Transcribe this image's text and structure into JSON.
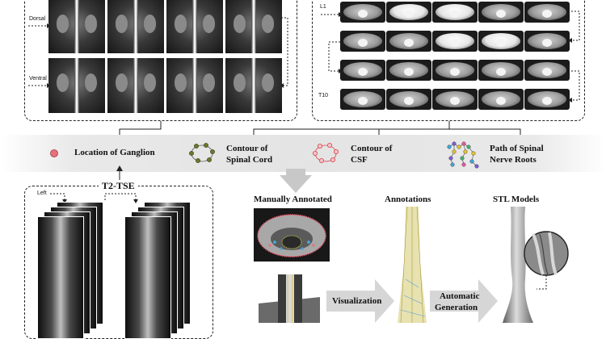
{
  "coronal": {
    "dorsal": "Dorsal",
    "ventral": "Ventral"
  },
  "axial": {
    "l1": "L1",
    "t10": "T10"
  },
  "legend": {
    "ganglion": "Location of Ganglion",
    "cord_line1": "Contour of",
    "cord_line2": "Spinal Cord",
    "csf_line1": "Contour of",
    "csf_line2": "CSF",
    "roots_line1": "Path of Spinal",
    "roots_line2": "Nerve Roots"
  },
  "colors": {
    "ganglion": "#e8707a",
    "cord": "#6b7a2a",
    "csf": "#d9404a",
    "band": "#e4e4e4"
  },
  "sagittal": {
    "title": "T2-TSE",
    "left": "Left"
  },
  "pipeline": {
    "manual": "Manually Annotated",
    "annotations": "Annotations",
    "stl": "STL Models",
    "visualization": "Visualization",
    "auto_line1": "Automatic",
    "auto_line2": "Generation"
  }
}
